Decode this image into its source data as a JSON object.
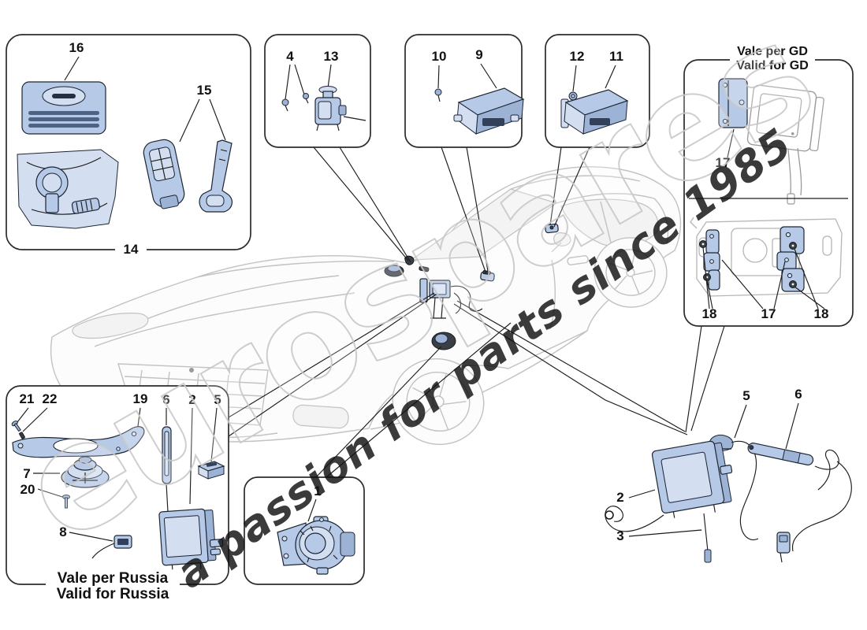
{
  "watermark": {
    "brand": "eurospares",
    "tagline": "a passion for parts since 1985",
    "brand_outline_color": "#c9c9c9",
    "tagline_color": "#e8d44c"
  },
  "notes": {
    "gd_line1": "Vale per GD",
    "gd_line2": "Valid for GD",
    "russia_line1": "Vale per Russia",
    "russia_line2": "Valid for Russia"
  },
  "callouts": {
    "kit": {
      "c16": "16",
      "c15": "15",
      "c14": "14"
    },
    "sensor_box": {
      "c4": "4",
      "c13": "13"
    },
    "ecu_box_a": {
      "c10": "10",
      "c9": "9"
    },
    "ecu_box_b": {
      "c12": "12",
      "c11": "11"
    },
    "gd_box": {
      "c17_top": "17",
      "c18_left": "18",
      "c17_bottom": "17",
      "c18_right": "18"
    },
    "russia_box": {
      "c21": "21",
      "c22": "22",
      "c19": "19",
      "c6": "6",
      "c2": "2",
      "c5": "5",
      "c7": "7",
      "c20": "20",
      "c8": "8"
    },
    "siren_box": {
      "c1": "1"
    },
    "loose_group": {
      "c5": "5",
      "c6": "6",
      "c2": "2",
      "c3": "3"
    }
  },
  "colors": {
    "part_fill": "#b6c9e6",
    "part_stroke": "#1c2533",
    "car_stroke": "#c2c2c2",
    "leader_line": "#1c1c1c"
  }
}
